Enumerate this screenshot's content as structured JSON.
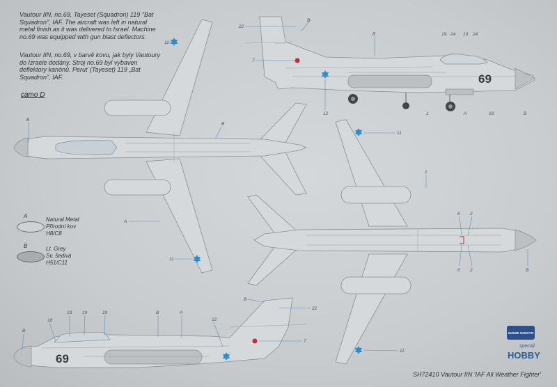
{
  "description_en": "Vautour IIN, no.69, Tayeset (Squadron) 119 \"Bat Squadron\", IAF. The aircraft was left in natural metal finish as it was delivered to Israel. Machine no.69 was equipped with gun blast deflectors.",
  "description_cz": "Vautour IIN, no.69, v barvě kovu, jak byly Vautoury do Izraele dodány. Stroj no.69 byl vybaven deflektory kanónů. Peruť (Tayeset) 119 „Bat Squadron\", IAF.",
  "camo_label": "camo D",
  "legend": [
    {
      "key": "A",
      "lines": [
        "Natural Metal",
        "Přírodní kov",
        "H8/C8"
      ],
      "color": "#cfd2d4"
    },
    {
      "key": "B",
      "lines": [
        "Lt. Grey",
        "Sv. šedivá",
        "H51/C11"
      ],
      "color": "#a9acae"
    }
  ],
  "aircraft_number": "69",
  "roundel_color": "#2b8fd2",
  "callouts": {
    "side_top": [
      "22",
      "B",
      "7",
      "B",
      "19",
      "24",
      "19",
      "24",
      "12",
      "1",
      "A",
      "18",
      "B"
    ],
    "plan_top": [
      "11",
      "B",
      "B",
      "A",
      "11"
    ],
    "plan_bottom": [
      "11",
      "1",
      "6",
      "2",
      "6",
      "2",
      "B",
      "11"
    ],
    "side_bottom": [
      "B",
      "18",
      "23",
      "19",
      "19",
      "B",
      "A",
      "12",
      "B",
      "22",
      "7"
    ]
  },
  "logos": {
    "gunze": "GUNZE SANGYO",
    "brand_small": "special",
    "brand": "HOBBY"
  },
  "footer": "SH72410  Vautour IIN 'IAF All Weather Fighter'"
}
